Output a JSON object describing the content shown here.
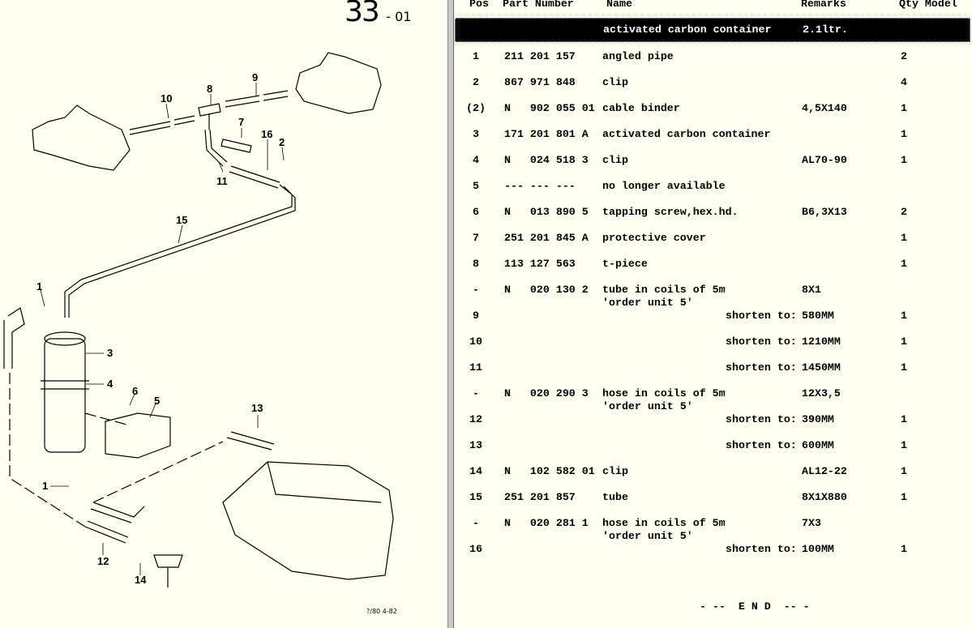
{
  "diagram": {
    "page_number": "33",
    "page_suffix": "- 01",
    "drawing_code": "?/80 4-82",
    "callouts": [
      "1",
      "2",
      "3",
      "4",
      "5",
      "6",
      "7",
      "8",
      "9",
      "10",
      "11",
      "12",
      "13",
      "14",
      "15",
      "16",
      "1"
    ]
  },
  "header": {
    "pos": "Pos",
    "part_number": "Part Number",
    "name": "Name",
    "remarks": "Remarks",
    "qty_model": "Qty Model"
  },
  "group": {
    "name": "activated carbon container",
    "remarks": "2.1ltr."
  },
  "rows": [
    {
      "pos": "1",
      "part": "211 201 157",
      "name": "angled pipe",
      "remarks": "",
      "qty": "2"
    },
    {
      "pos": "2",
      "part": "867 971 848",
      "name": "clip",
      "remarks": "",
      "qty": "4"
    },
    {
      "pos": "(2)",
      "part": "N   902 055 01",
      "name": "cable binder",
      "remarks": "4,5X140",
      "qty": "1"
    },
    {
      "pos": "3",
      "part": "171 201 801 A",
      "name": "activated carbon container",
      "remarks": "",
      "qty": "1"
    },
    {
      "pos": "4",
      "part": "N   024 518 3",
      "name": "clip",
      "remarks": "AL70-90",
      "qty": "1"
    },
    {
      "pos": "5",
      "part": "--- --- ---",
      "name": "no longer available",
      "remarks": "",
      "qty": ""
    },
    {
      "pos": "6",
      "part": "N   013 890 5",
      "name": "tapping screw,hex.hd.",
      "remarks": "B6,3X13",
      "qty": "2"
    },
    {
      "pos": "7",
      "part": "251 201 845 A",
      "name": "protective cover",
      "remarks": "",
      "qty": "1"
    },
    {
      "pos": "8",
      "part": "113 127 563",
      "name": "t-piece",
      "remarks": "",
      "qty": "1"
    },
    {
      "pos": "-",
      "part": "N   020 130 2",
      "name": "tube in coils of 5m",
      "name2": "'order unit 5'",
      "remarks": "8X1",
      "qty": ""
    },
    {
      "pos": "9",
      "shorten": "shorten to:",
      "remarks": "580MM",
      "qty": "1"
    },
    {
      "pos": "10",
      "shorten": "shorten to:",
      "remarks": "1210MM",
      "qty": "1"
    },
    {
      "pos": "11",
      "shorten": "shorten to:",
      "remarks": "1450MM",
      "qty": "1"
    },
    {
      "pos": "-",
      "part": "N   020 290 3",
      "name": "hose in coils of 5m",
      "name2": "'order unit 5'",
      "remarks": "12X3,5",
      "qty": ""
    },
    {
      "pos": "12",
      "shorten": "shorten to:",
      "remarks": "390MM",
      "qty": "1"
    },
    {
      "pos": "13",
      "shorten": "shorten to:",
      "remarks": "600MM",
      "qty": "1"
    },
    {
      "pos": "14",
      "part": "N   102 582 01",
      "name": "clip",
      "remarks": "AL12-22",
      "qty": "1"
    },
    {
      "pos": "15",
      "part": "251 201 857",
      "name": "tube",
      "remarks": "8X1X880",
      "qty": "1"
    },
    {
      "pos": "-",
      "part": "N   020 281 1",
      "name": "hose in coils of 5m",
      "name2": "'order unit 5'",
      "remarks": "7X3",
      "qty": ""
    },
    {
      "pos": "16",
      "shorten": "shorten to:",
      "remarks": "100MM",
      "qty": "1"
    }
  ],
  "end_marker": "- --  E N D  -- -"
}
